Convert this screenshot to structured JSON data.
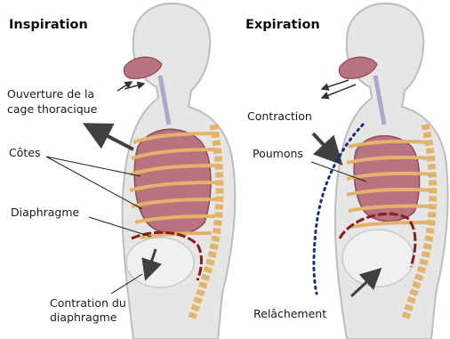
{
  "inspiration": {
    "title": "Inspiration",
    "labels": {
      "ouverture_line1": "Ouverture de la",
      "ouverture_line2": "cage thoracique",
      "cotes": "Côtes",
      "diaphragme": "Diaphragme",
      "contraction_line1": "Contration du",
      "contraction_line2": "diaphragme"
    }
  },
  "expiration": {
    "title": "Expiration",
    "labels": {
      "contraction": "Contraction",
      "poumons": "Poumons",
      "relachement": "Relâchement"
    }
  },
  "colors": {
    "body_fill": "#e6e6e6",
    "body_outline": "#bdbdbd",
    "lung": "#b9727f",
    "rib": "#e3b36b",
    "diaphragm": "#8b1c1c",
    "arrow": "#404040",
    "dotted": "#1f2a80"
  }
}
